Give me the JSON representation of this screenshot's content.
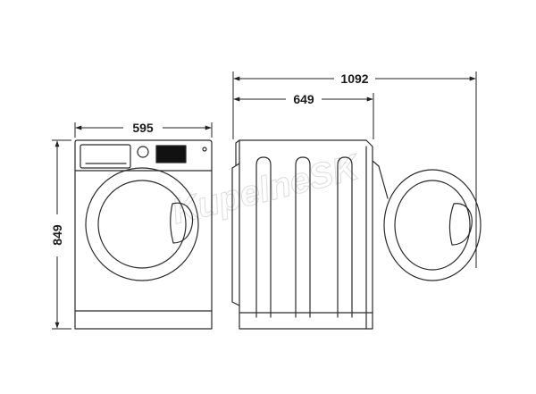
{
  "dimensions": {
    "front_width": "595",
    "height": "849",
    "depth": "649",
    "depth_door_open": "1092"
  },
  "watermark": "KupelneSK",
  "colors": {
    "line": "#2a2a2a",
    "display": "#111111",
    "watermark": "#d4d4d4"
  }
}
